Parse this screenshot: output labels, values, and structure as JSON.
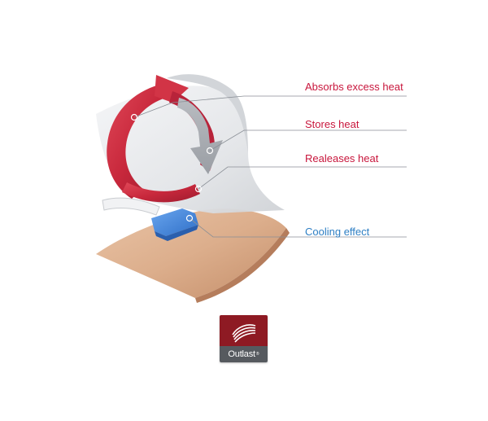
{
  "labels": {
    "absorbs": "Absorbs excess heat",
    "stores": "Stores heat",
    "releases": "Realeases heat",
    "cooling": "Cooling effect"
  },
  "logo": {
    "brand": "Outlast",
    "mark": "®"
  },
  "colors": {
    "heat_label": "#c8163c",
    "cooling_label": "#2e7fc4",
    "heat_arrow": "#c8283c",
    "heat_arrow_dark": "#9e1b2e",
    "cool_block": "#3c7fd8",
    "fabric": "#e4e6ea",
    "skin": "#dcae8c",
    "logo_top": "#8e1a23",
    "logo_bottom": "#565a5f",
    "leader_line": "#8a8f96"
  }
}
